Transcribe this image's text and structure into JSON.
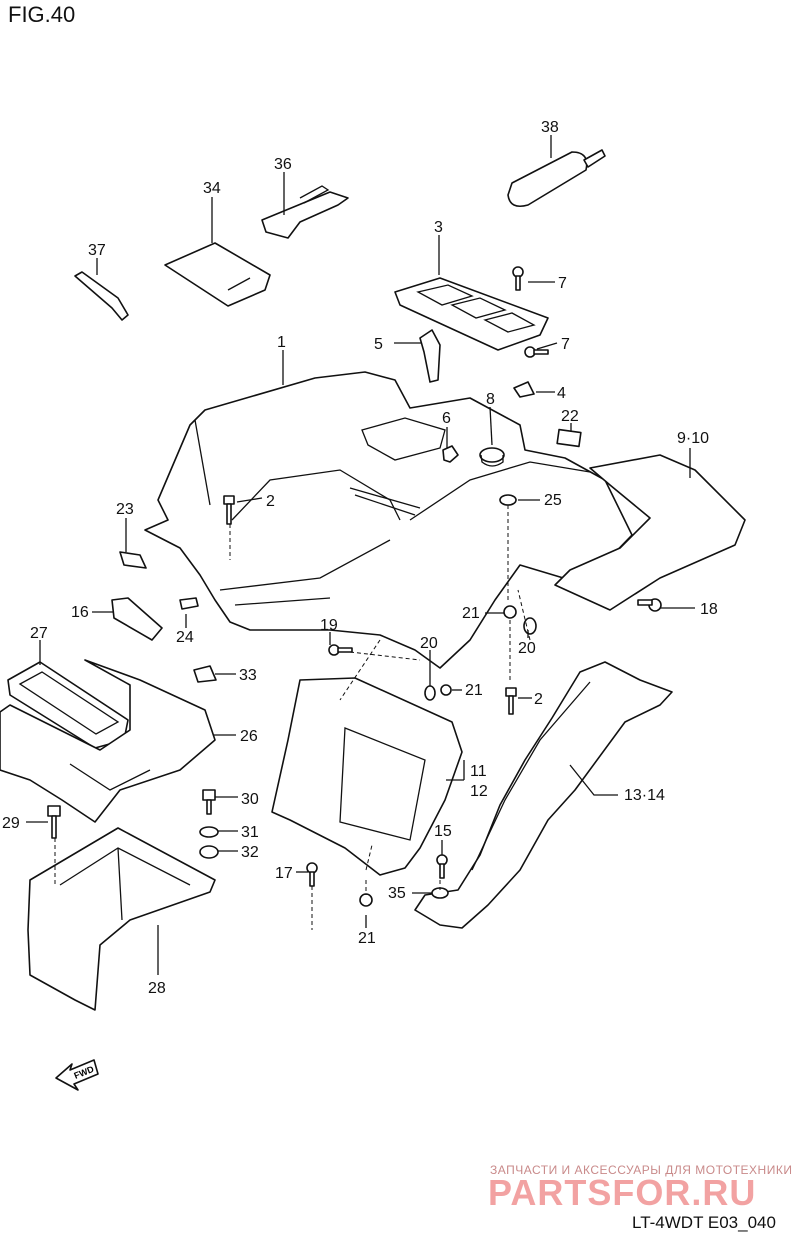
{
  "figure": {
    "title": "FIG.40",
    "code": "LT-4WDT E03_040"
  },
  "watermark": {
    "tagline": "ЗАПЧАСТИ И АКСЕССУАРЫ ДЛЯ МОТОТЕХНИКИ",
    "brand": "PARTSFOR.RU"
  },
  "fwd_label": "FWD",
  "callouts": {
    "c1": "1",
    "c2a": "2",
    "c2b": "2",
    "c3": "3",
    "c4": "4",
    "c5": "5",
    "c6": "6",
    "c7a": "7",
    "c7b": "7",
    "c8": "8",
    "c910": "9·10",
    "c11": "11",
    "c12": "12",
    "c1314": "13·14",
    "c15": "15",
    "c16": "16",
    "c17": "17",
    "c18": "18",
    "c19": "19",
    "c20a": "20",
    "c20b": "20",
    "c21a": "21",
    "c21b": "21",
    "c21c": "21",
    "c22": "22",
    "c23": "23",
    "c24": "24",
    "c25": "25",
    "c26": "26",
    "c27": "27",
    "c28": "28",
    "c29": "29",
    "c30": "30",
    "c31": "31",
    "c32": "32",
    "c33": "33",
    "c34": "34",
    "c35": "35",
    "c36": "36",
    "c37": "37",
    "c38": "38"
  }
}
